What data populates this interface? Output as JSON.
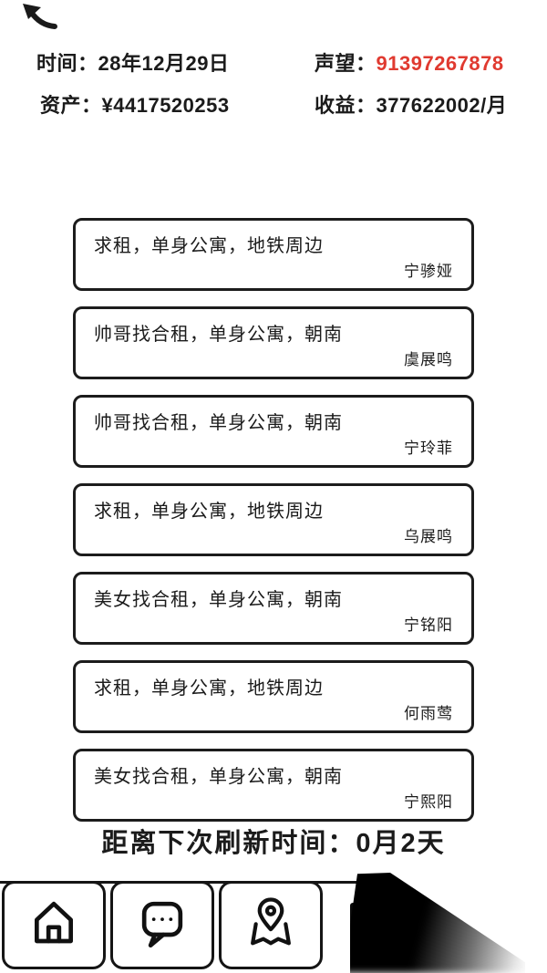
{
  "colors": {
    "ink": "#1b1b1b",
    "accent_red": "#e03a30",
    "card_border": "#1c1c1c"
  },
  "header": {
    "back_icon": "back-arrow-icon",
    "rows": [
      {
        "left_label": "时间：",
        "left_value": "28年12月29日",
        "right_label": "声望：",
        "right_value": "91397267878"
      },
      {
        "left_label": "资产：",
        "left_value": "¥4417520253",
        "right_label": "收益：",
        "right_value": "377622002/月"
      }
    ]
  },
  "listings": [
    {
      "title": "求租，单身公寓，地铁周边",
      "name": "宁骖娅"
    },
    {
      "title": "帅哥找合租，单身公寓，朝南",
      "name": "虞展鸣"
    },
    {
      "title": "帅哥找合租，单身公寓，朝南",
      "name": "宁玲菲"
    },
    {
      "title": "求租，单身公寓，地铁周边",
      "name": "乌展鸣"
    },
    {
      "title": "美女找合租，单身公寓，朝南",
      "name": "宁铭阳"
    },
    {
      "title": "求租，单身公寓，地铁周边",
      "name": "何雨莺"
    },
    {
      "title": "美女找合租，单身公寓，朝南",
      "name": "宁熙阳"
    }
  ],
  "refresh_notice": "距离下次刷新时间：0月2天",
  "nav": {
    "items": [
      {
        "icon": "home-icon"
      },
      {
        "icon": "chat-bubble-icon"
      },
      {
        "icon": "map-pin-icon"
      },
      {
        "icon": "obscured-icon"
      }
    ]
  }
}
